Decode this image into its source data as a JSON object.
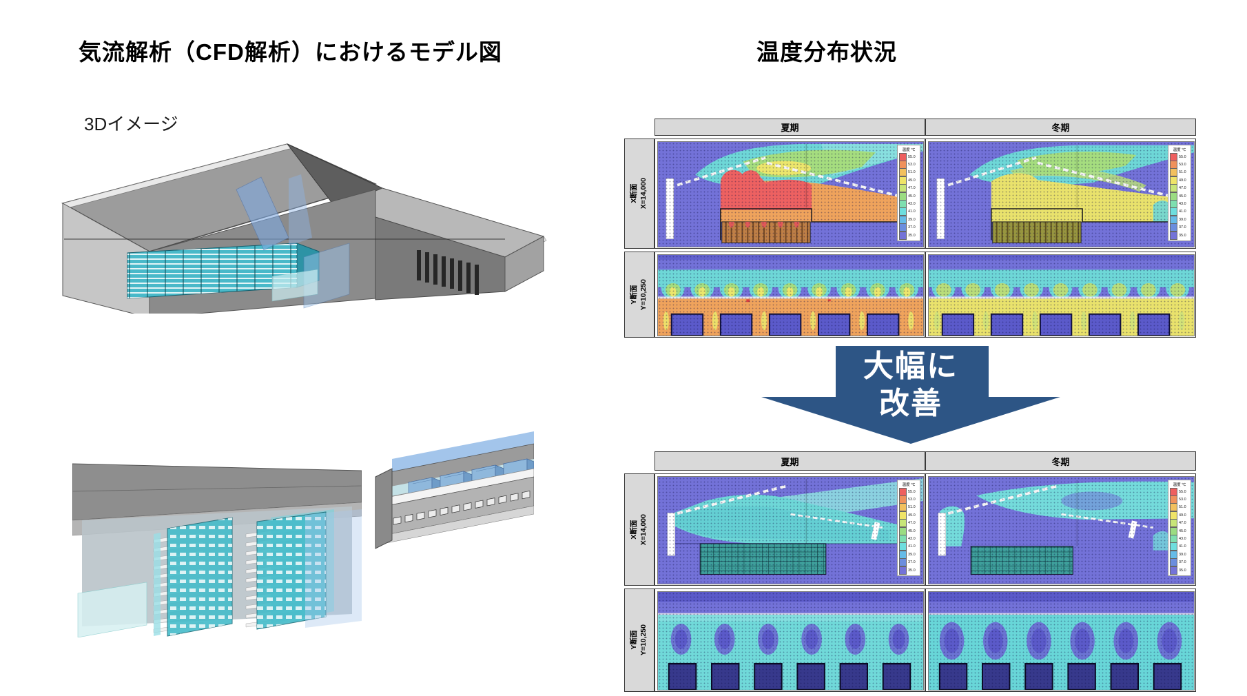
{
  "left": {
    "title": "気流解析（CFD解析）におけるモデル図",
    "image_label": "3Dイメージ"
  },
  "right": {
    "title": "温度分布状況",
    "arrow": {
      "line1": "大幅に",
      "line2": "改善",
      "color": "#2d5585"
    },
    "figures": [
      {
        "columns": [
          "夏期",
          "冬期"
        ],
        "rows": [
          {
            "plane": "X断面",
            "value": "X=14,000"
          },
          {
            "plane": "Y断面",
            "value": "Y=10,250"
          }
        ],
        "legend": {
          "title": "温度 ℃",
          "values": [
            "55.0",
            "53.0",
            "51.0",
            "49.0",
            "47.0",
            "45.0",
            "43.0",
            "41.0",
            "39.0",
            "37.0",
            "35.0"
          ],
          "colors": [
            "#ee5f5f",
            "#f0915c",
            "#f2c05e",
            "#efe468",
            "#c8e578",
            "#9bdc82",
            "#7edfb0",
            "#6edede",
            "#66bce8",
            "#6b8ede",
            "#7473d8"
          ]
        }
      },
      {
        "columns": [
          "夏期",
          "冬期"
        ],
        "rows": [
          {
            "plane": "X断面",
            "value": "X=14,000"
          },
          {
            "plane": "Y断面",
            "value": "Y=10,250"
          }
        ],
        "legend": {
          "title": "温度 ℃",
          "values": [
            "55.0",
            "53.0",
            "51.0",
            "49.0",
            "47.0",
            "45.0",
            "43.0",
            "41.0",
            "39.0",
            "37.0",
            "35.0"
          ],
          "colors": [
            "#ee5f5f",
            "#f0915c",
            "#f2c05e",
            "#efe468",
            "#c8e578",
            "#9bdc82",
            "#7edfb0",
            "#6edede",
            "#66bce8",
            "#6b8ede",
            "#7473d8"
          ]
        }
      }
    ]
  },
  "palette": {
    "background": "#ffffff",
    "table_header_bg": "#d9d9d9",
    "cfd_cold": "#7372d8",
    "cfd_cool": "#6ed7d7",
    "cfd_warm": "#efa35c",
    "cfd_hot": "#ed6161",
    "cfd_mild": "#e9e26c"
  }
}
